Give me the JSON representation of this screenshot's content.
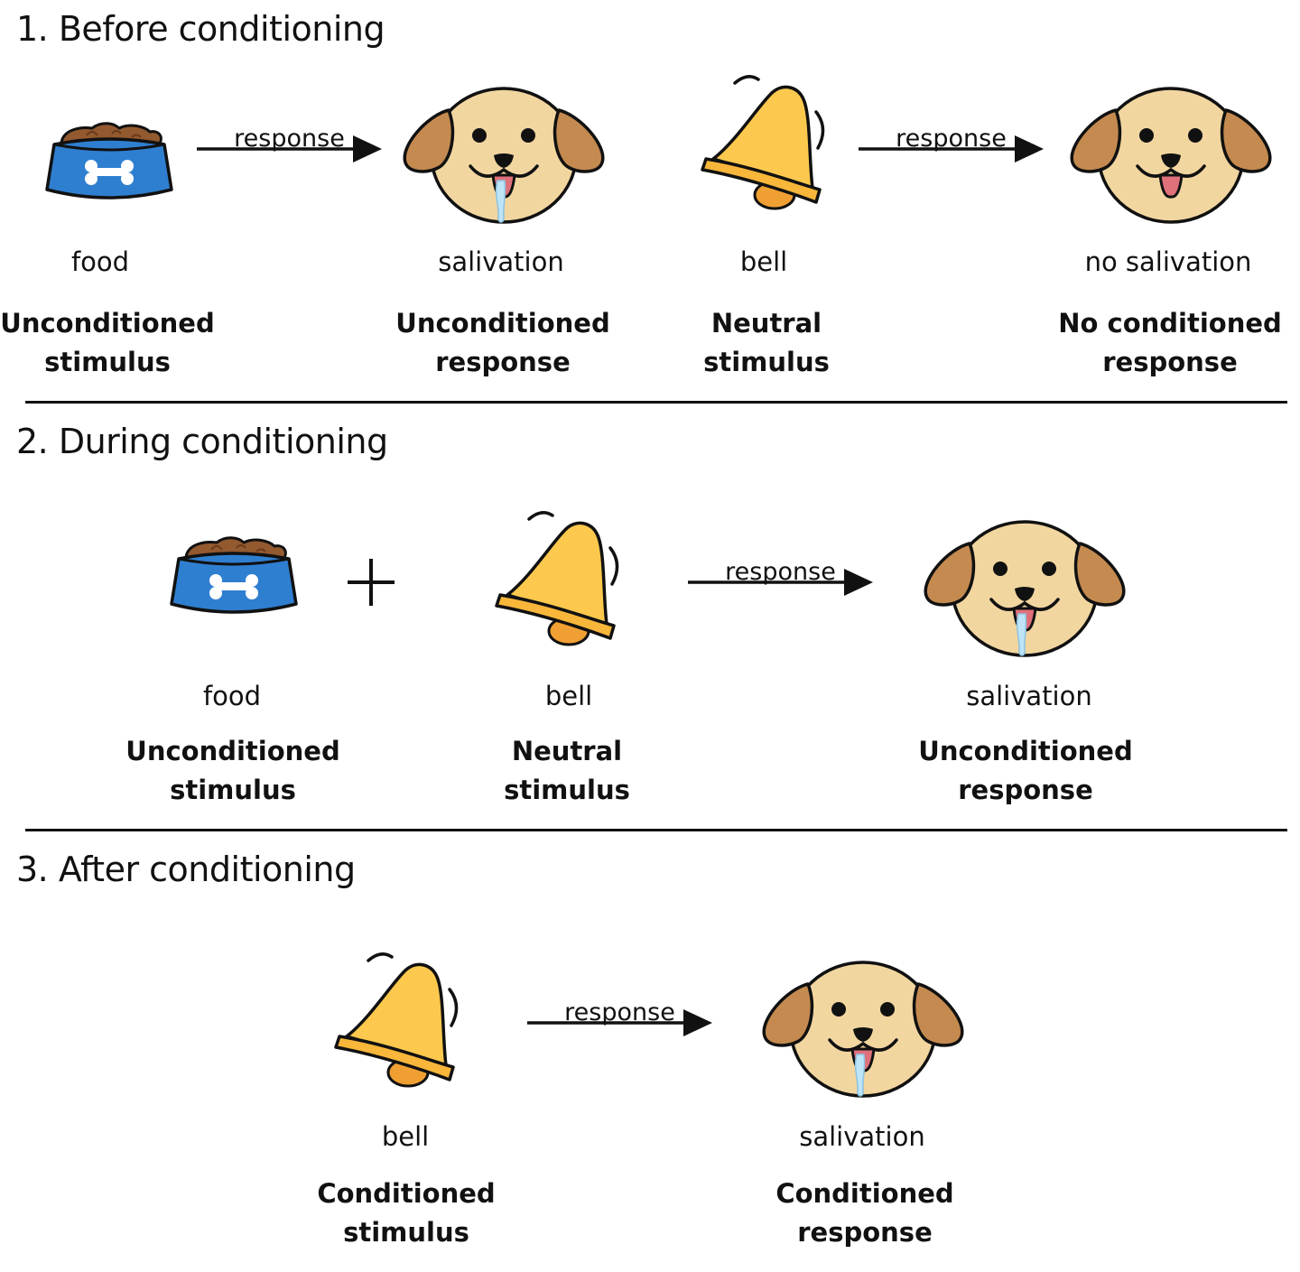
{
  "colors": {
    "ink": "#111111",
    "bowl": "#2f7fd0",
    "kibble": "#93592f",
    "bell": "#fcc94e",
    "bell_rim": "#f8b63a",
    "dog_face": "#f2d6a0",
    "dog_ear": "#c48a4f",
    "tongue": "#e0707a",
    "drool": "#bde4f7"
  },
  "icons": {
    "food": "dog-food-bowl",
    "bell": "ringing-bell",
    "dog": "dog-face"
  },
  "arrow_text": "response",
  "plus_sign": "plus",
  "stages": [
    {
      "title": "1.  Before conditioning",
      "items": [
        {
          "caption": "food",
          "label": [
            "Unconditioned",
            "stimulus"
          ]
        },
        {
          "caption": "salivation",
          "label": [
            "Unconditioned",
            "response"
          ]
        },
        {
          "caption": "bell",
          "label": [
            "Neutral",
            "stimulus"
          ]
        },
        {
          "caption": "no salivation",
          "label": [
            "No conditioned",
            "response"
          ]
        }
      ]
    },
    {
      "title": "2.  During conditioning",
      "items": [
        {
          "caption": "food",
          "label": [
            "Unconditioned",
            "stimulus"
          ]
        },
        {
          "caption": "bell",
          "label": [
            "Neutral",
            "stimulus"
          ]
        },
        {
          "caption": "salivation",
          "label": [
            "Unconditioned",
            "response"
          ]
        }
      ]
    },
    {
      "title": "3. After conditioning",
      "items": [
        {
          "caption": "bell",
          "label": [
            "Conditioned",
            "stimulus"
          ]
        },
        {
          "caption": "salivation",
          "label": [
            "Conditioned",
            "response"
          ]
        }
      ]
    }
  ]
}
